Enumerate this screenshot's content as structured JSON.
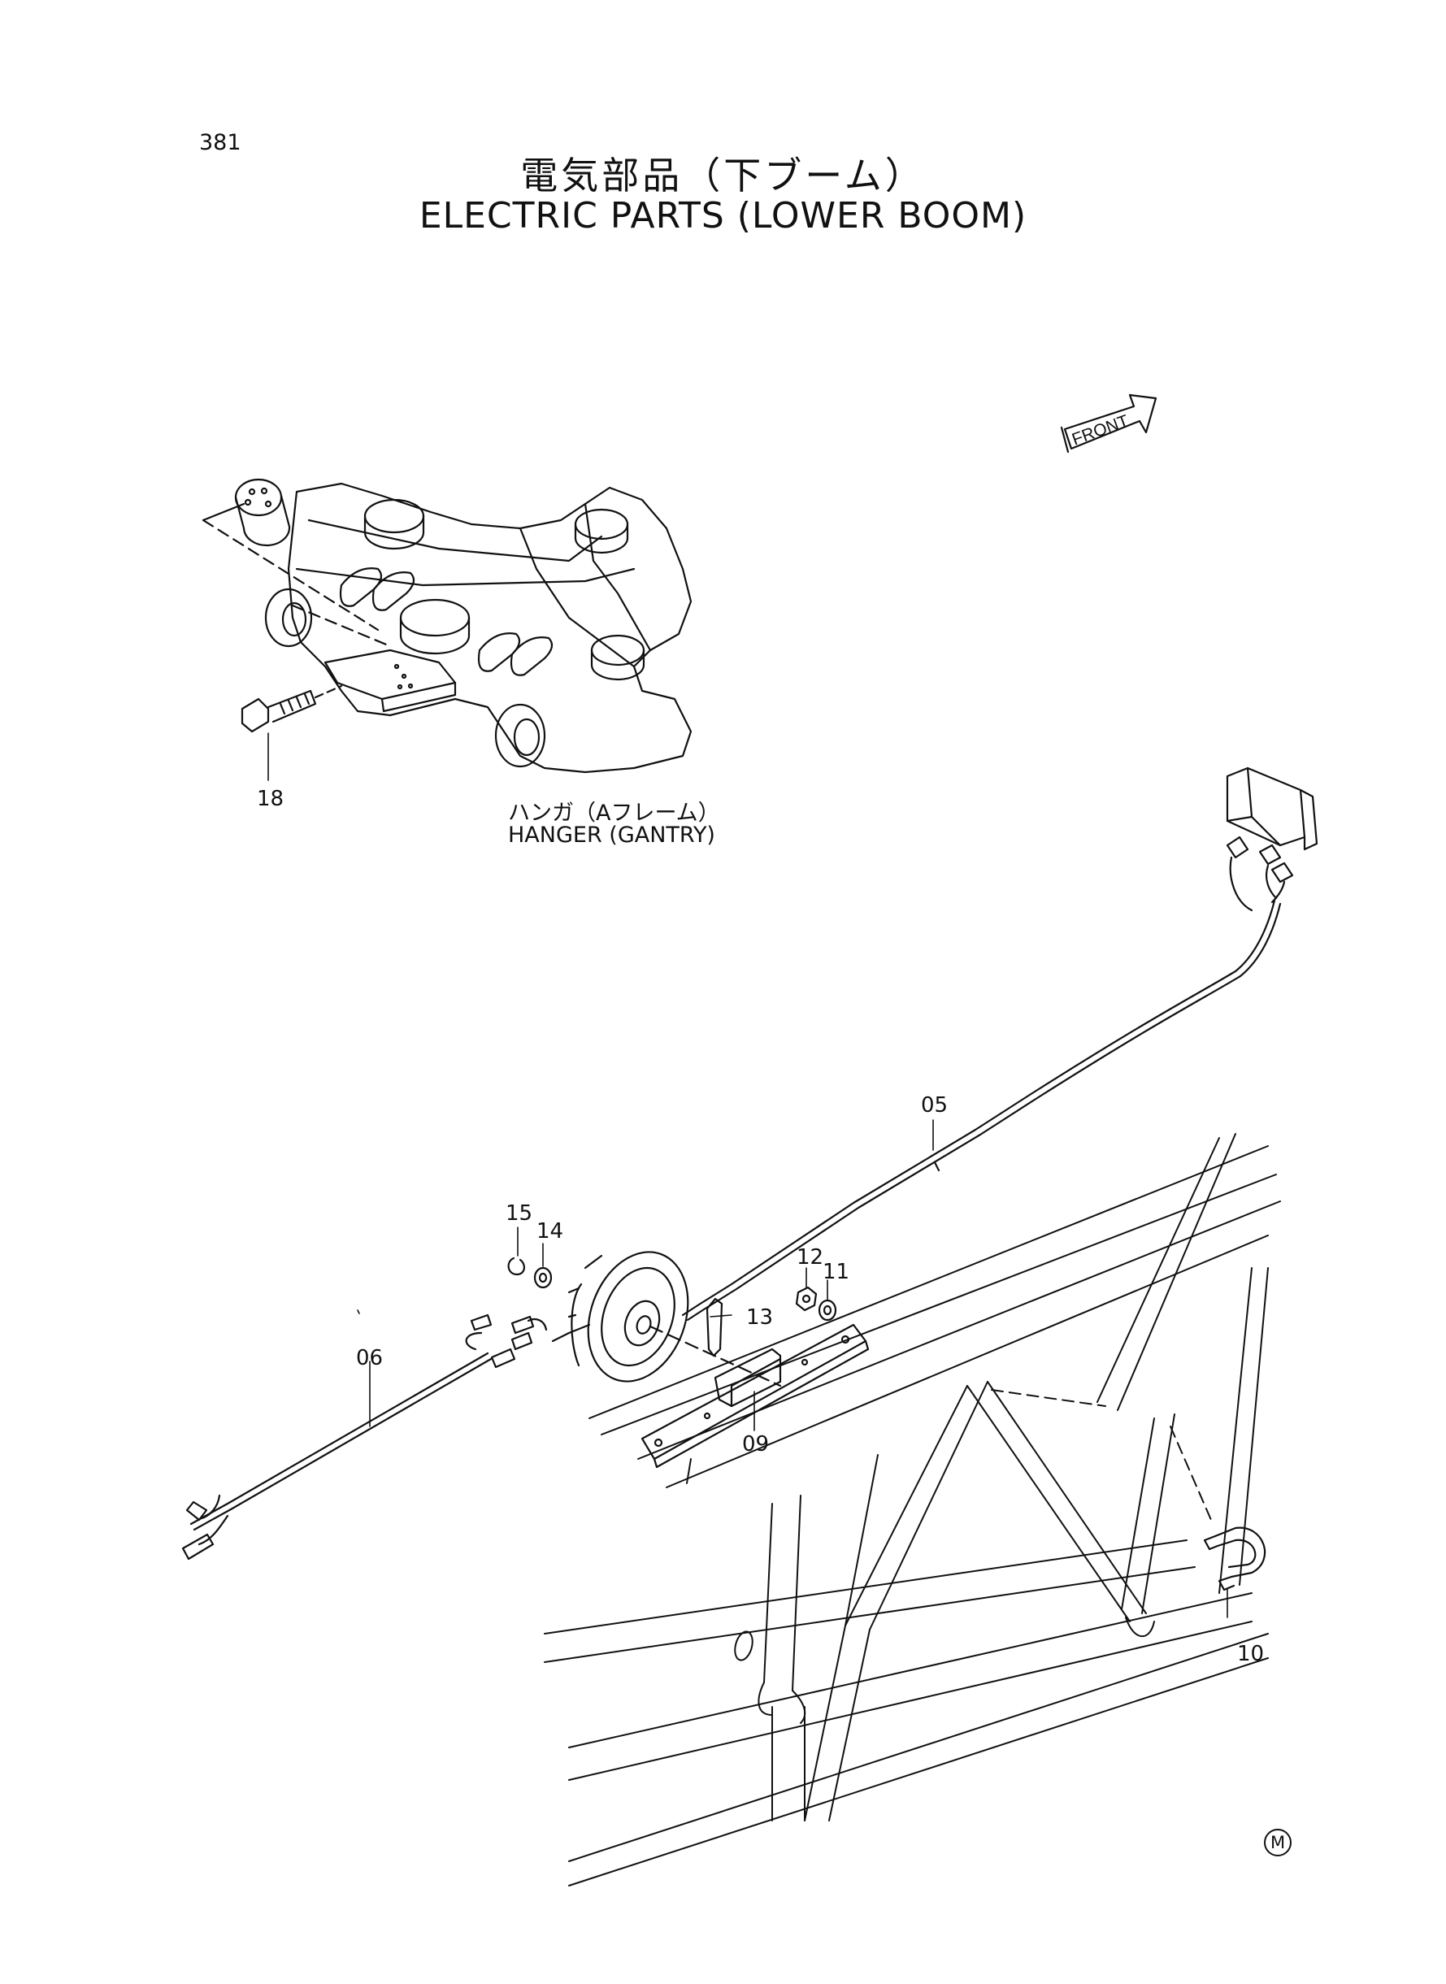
{
  "page_number": "381",
  "title_jp": "電気部品（下ブーム）",
  "title_en": "ELECTRIC PARTS (LOWER BOOM)",
  "front_label": "FRONT",
  "hanger_label_jp": "ハンガ（Aフレーム）",
  "hanger_label_en": "HANGER (GANTRY)",
  "callouts": {
    "p18": "18",
    "p05": "05",
    "p15": "15",
    "p14": "14",
    "p12": "12",
    "p11": "11",
    "p13": "13",
    "p06": "06",
    "p09": "09",
    "p10": "10"
  },
  "mark": "M"
}
